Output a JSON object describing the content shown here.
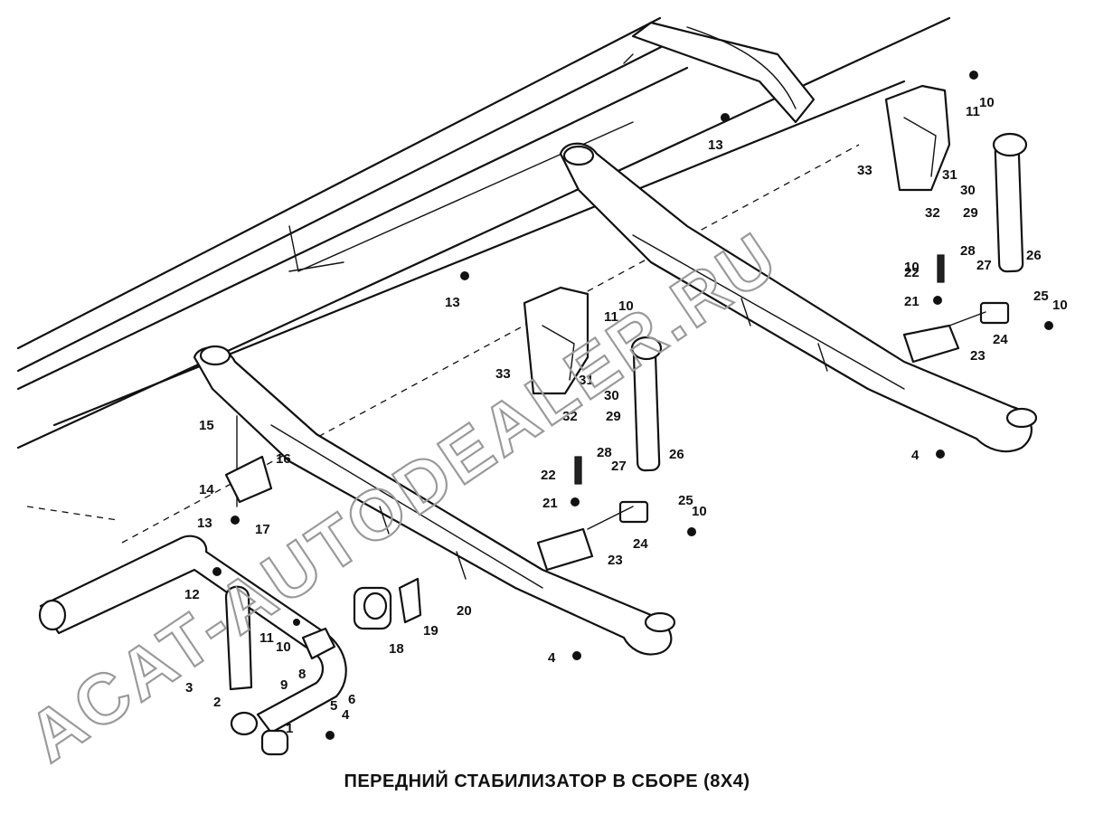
{
  "caption": "ПЕРЕДНИЙ СТАБИЛИЗАТОР В СБОРЕ (8X4)",
  "watermark": "ACAT-AUTODEALER.RU",
  "callouts": [
    "1",
    "2",
    "3",
    "4",
    "4",
    "4",
    "5",
    "6",
    "8",
    "9",
    "10",
    "10",
    "10",
    "10",
    "10",
    "10",
    "11",
    "11",
    "11",
    "12",
    "13",
    "13",
    "13",
    "14",
    "15",
    "16",
    "17",
    "18",
    "19",
    "20",
    "21",
    "21",
    "22",
    "22",
    "23",
    "23",
    "24",
    "24",
    "25",
    "25",
    "26",
    "26",
    "27",
    "27",
    "28",
    "28",
    "29",
    "29",
    "30",
    "30",
    "31",
    "31",
    "32",
    "32",
    "33",
    "33"
  ]
}
